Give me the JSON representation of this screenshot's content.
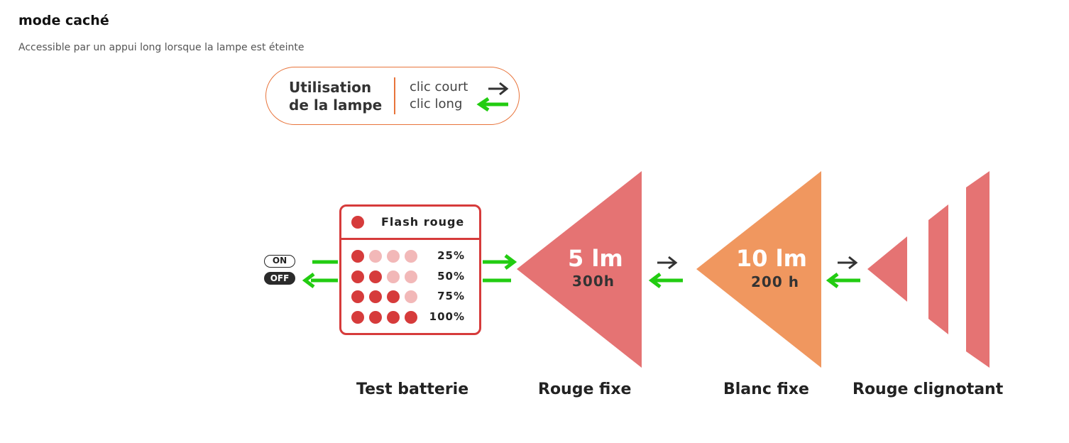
{
  "header": {
    "title": "mode caché",
    "subtitle": "Accessible par un appui long lorsque la lampe est éteinte"
  },
  "legend": {
    "title_line1": "Utilisation",
    "title_line2": "de la lampe",
    "short_click": "clic court",
    "long_click": "clic long"
  },
  "switch": {
    "on": "ON",
    "off": "OFF"
  },
  "battery_test": {
    "flash_label": "Flash rouge",
    "levels": [
      {
        "label": "25%",
        "filled": 1
      },
      {
        "label": "50%",
        "filled": 2
      },
      {
        "label": "75%",
        "filled": 3
      },
      {
        "label": "100%",
        "filled": 4
      }
    ]
  },
  "modes": [
    {
      "label": "Test batterie"
    },
    {
      "label": "Rouge fixe",
      "lumens": "5 lm",
      "autonomy": "300h"
    },
    {
      "label": "Blanc fixe",
      "lumens": "10 lm",
      "autonomy": "200 h"
    },
    {
      "label": "Rouge clignotant"
    }
  ],
  "colors": {
    "red": "#e57373",
    "orange": "#f0975f",
    "dot_on": "#d63b3b",
    "dot_off": "#f2b8b8",
    "green_arrow": "#22cc11",
    "dark_arrow": "#333333",
    "legend_border": "#e8743b"
  }
}
